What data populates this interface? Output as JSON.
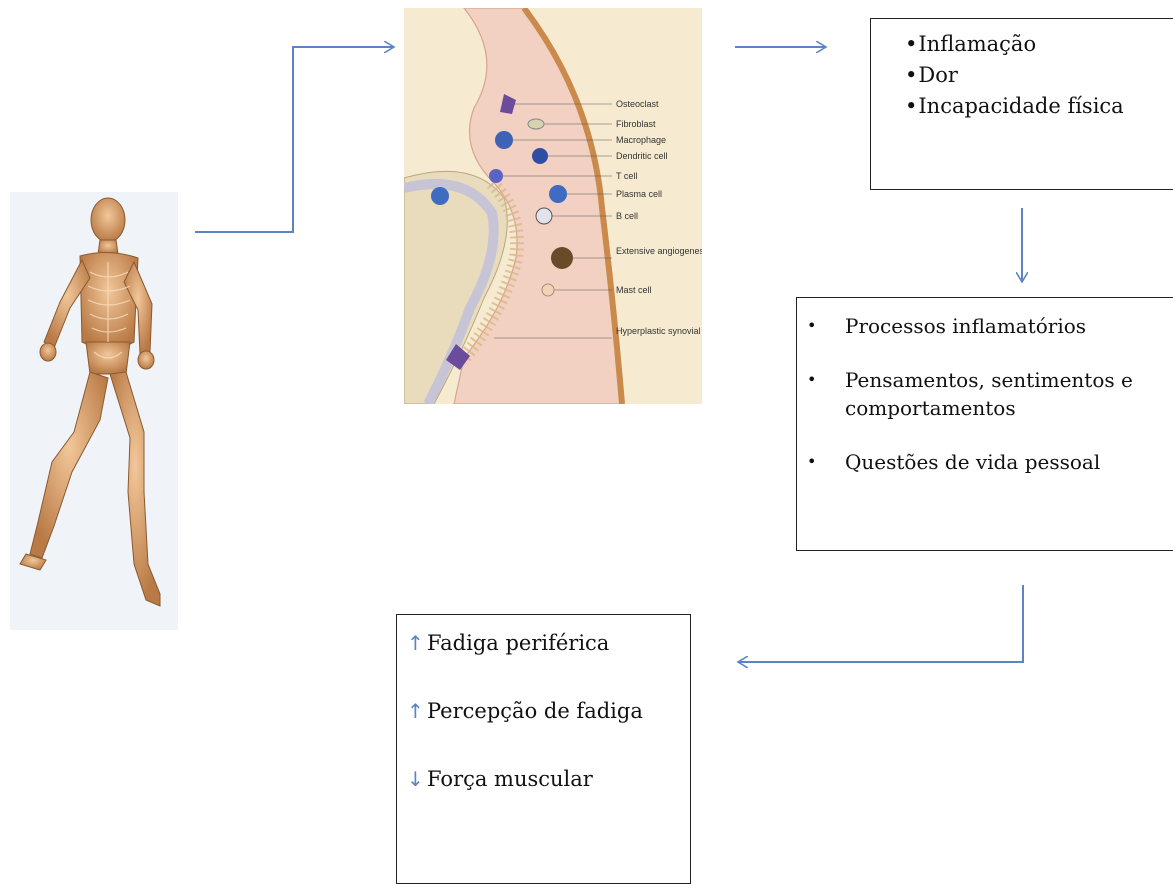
{
  "figures": {
    "runner_icon": "running-skeleton-figure",
    "synovium_icon": "synovial-joint-illustration",
    "cell_labels": [
      "Osteoclast",
      "Fibroblast",
      "Macrophage",
      "Dendritic cell",
      "T cell",
      "Plasma cell",
      "B cell",
      "Extensive angiogenesis",
      "Mast cell",
      "Hyperplastic synovial lining"
    ]
  },
  "box_effects": {
    "items": [
      "Inflamação",
      "Dor",
      "Incapacidade física"
    ]
  },
  "box_factors": {
    "items": [
      "Processos inflamatórios",
      "Pensamentos, sentimentos e comportamentos",
      "Questões de vida pessoal"
    ]
  },
  "box_outcomes": {
    "items": [
      {
        "direction": "up",
        "text": "Fadiga  periférica"
      },
      {
        "direction": "up",
        "text": "Percepção de fadiga"
      },
      {
        "direction": "down",
        "text": "Força muscular"
      }
    ]
  },
  "colors": {
    "arrow": "#5b84c4",
    "box_border": "#222222",
    "skin_tone": "#c98e58",
    "synovium_pink": "#f3d1c2"
  }
}
